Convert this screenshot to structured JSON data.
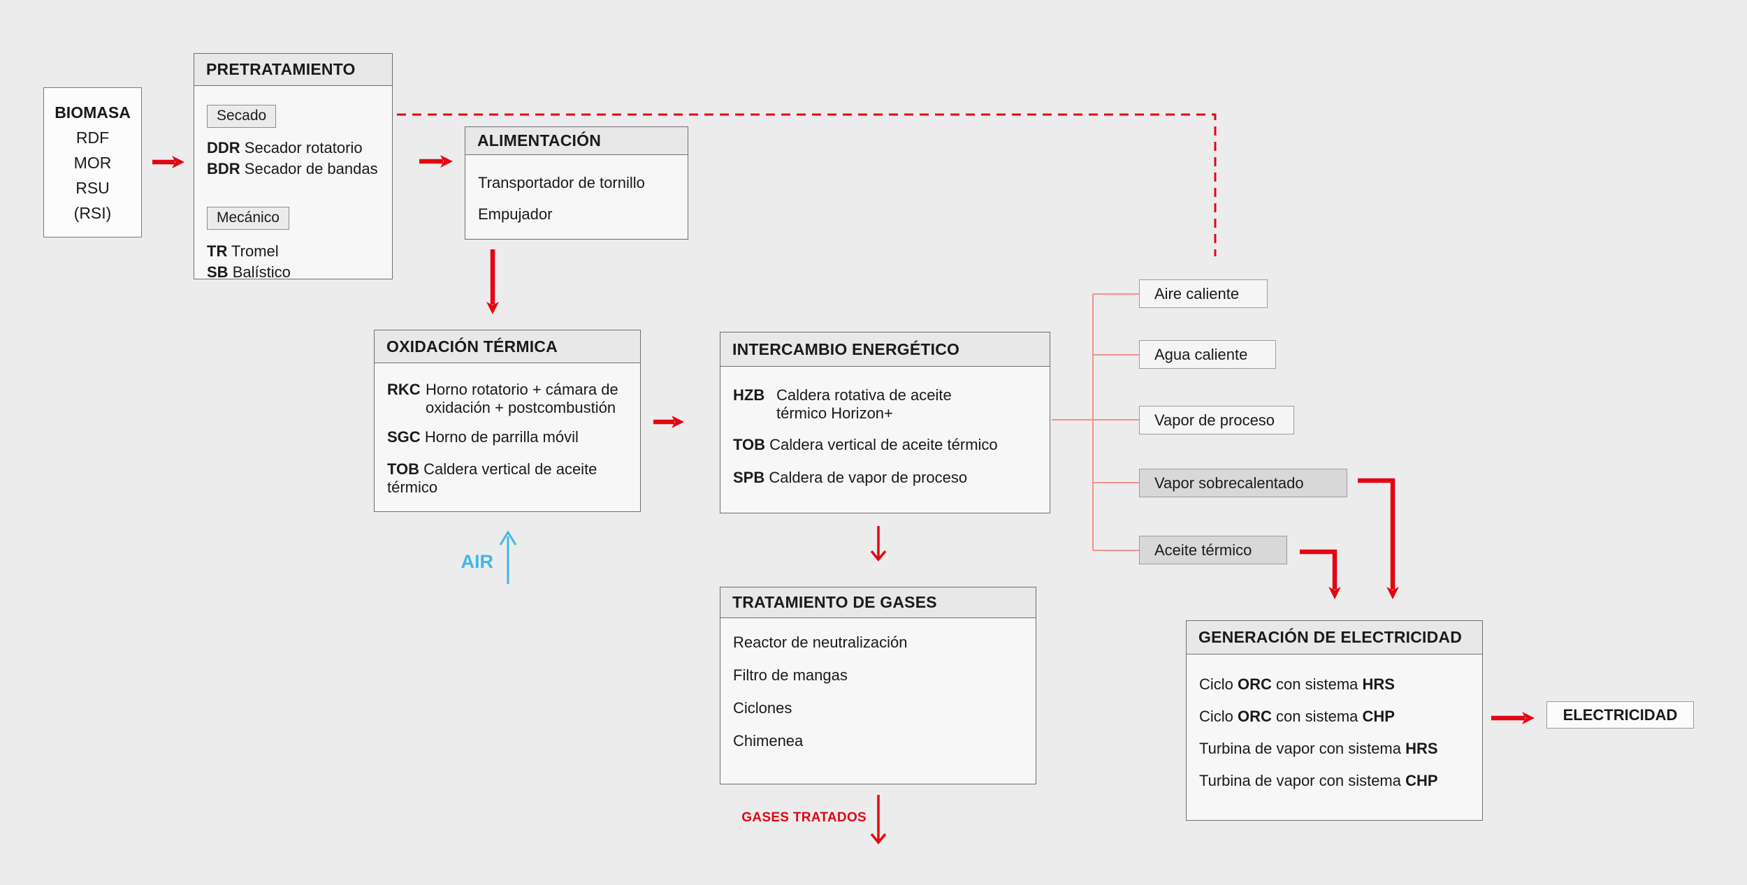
{
  "colors": {
    "background": "#ececec",
    "arrow_red": "#e30613",
    "connector_salmon": "#f0908a",
    "air_cyan": "#41b6e6",
    "panel_fill": "#f7f7f7",
    "panel_header_fill": "#e8e8e8",
    "output_dark_fill": "#d8d8d8"
  },
  "biomasa": {
    "title": "BIOMASA",
    "items": [
      "RDF",
      "MOR",
      "RSU",
      "(RSI)"
    ]
  },
  "pretratamiento": {
    "title": "PRETRATAMIENTO",
    "chip_secado": "Secado",
    "secado_items": [
      {
        "code": "DDR",
        "label": "Secador rotatorio"
      },
      {
        "code": "BDR",
        "label": "Secador de bandas"
      }
    ],
    "chip_mecanico": "Mecánico",
    "mecanico_items": [
      {
        "code": "TR",
        "label": "Tromel"
      },
      {
        "code": "SB",
        "label": "Balístico"
      }
    ]
  },
  "alimentacion": {
    "title": "ALIMENTACIÓN",
    "items": [
      "Transportador de tornillo",
      "Empujador"
    ]
  },
  "oxidacion": {
    "title": "OXIDACIÓN TÉRMICA",
    "items": [
      {
        "code": "RKC",
        "label": "Horno rotatorio + cámara de oxidación + postcombustión"
      },
      {
        "code": "SGC",
        "label": "Horno de parrilla móvil"
      },
      {
        "code": "TOB",
        "label": "Caldera vertical de aceite térmico"
      }
    ]
  },
  "intercambio": {
    "title": "INTERCAMBIO ENERGÉTICO",
    "items": [
      {
        "code": "HZB",
        "label": "Caldera rotativa de aceite térmico Horizon+"
      },
      {
        "code": "TOB",
        "label": "Caldera vertical de aceite térmico"
      },
      {
        "code": "SPB",
        "label": "Caldera de vapor de proceso"
      }
    ]
  },
  "tratamiento": {
    "title": "TRATAMIENTO DE GASES",
    "items": [
      "Reactor de neutralización",
      "Filtro de mangas",
      "Ciclones",
      "Chimenea"
    ]
  },
  "outputs": [
    "Aire caliente",
    "Agua caliente",
    "Vapor de proceso",
    "Vapor sobrecalentado",
    "Aceite térmico"
  ],
  "generacion": {
    "title": "GENERACIÓN DE ELECTRICIDAD",
    "items": [
      {
        "pre": "Ciclo ",
        "b1": "ORC",
        "mid": " con sistema ",
        "b2": "HRS"
      },
      {
        "pre": "Ciclo ",
        "b1": "ORC",
        "mid": " con sistema ",
        "b2": "CHP"
      },
      {
        "pre": "Turbina de vapor con sistema ",
        "b1": "",
        "mid": "",
        "b2": "HRS"
      },
      {
        "pre": "Turbina de vapor con sistema ",
        "b1": "",
        "mid": "",
        "b2": "CHP"
      }
    ]
  },
  "electricidad": "ELECTRICIDAD",
  "labels": {
    "air": "AIR",
    "gases_tratados": "GASES TRATADOS"
  }
}
